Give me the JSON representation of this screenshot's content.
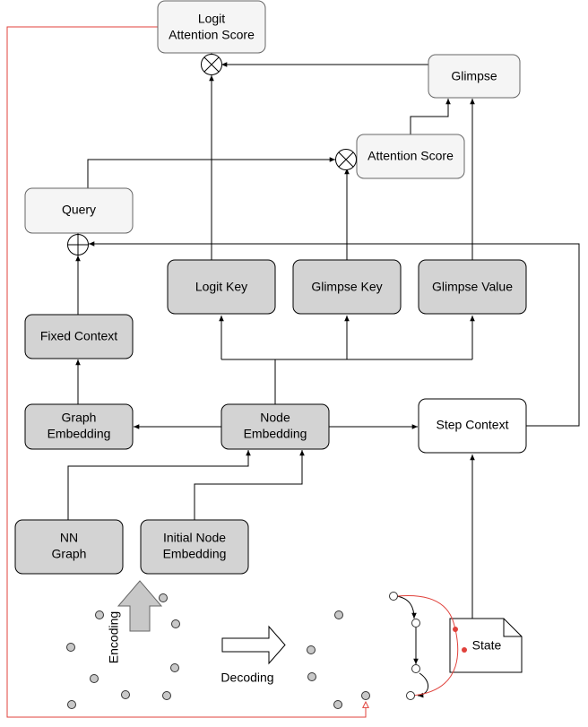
{
  "boxes": {
    "logit_attention_score": [
      "Logit",
      "Attention Score"
    ],
    "glimpse": [
      "Glimpse"
    ],
    "attention_score": [
      "Attention Score"
    ],
    "query": [
      "Query"
    ],
    "logit_key": [
      "Logit Key"
    ],
    "glimpse_key": [
      "Glimpse Key"
    ],
    "glimpse_value": [
      "Glimpse Value"
    ],
    "fixed_context": [
      "Fixed Context"
    ],
    "graph_embedding": [
      "Graph",
      "Embedding"
    ],
    "node_embedding": [
      "Node",
      "Embedding"
    ],
    "step_context": [
      "Step Context"
    ],
    "nn_graph": [
      "NN",
      "Graph"
    ],
    "initial_node_embedding": [
      "Initial Node",
      "Embedding"
    ],
    "state": [
      "State"
    ]
  },
  "labels": {
    "encoding": "Encoding",
    "decoding": "Decoding"
  },
  "colors": {
    "light_fill": "#f5f5f5",
    "dark_fill": "#d3d3d3",
    "white_fill": "#ffffff",
    "node_fill": "#c8c8c8",
    "red": "#e0413b",
    "stroke": "#000000",
    "light_stroke": "#666666"
  }
}
